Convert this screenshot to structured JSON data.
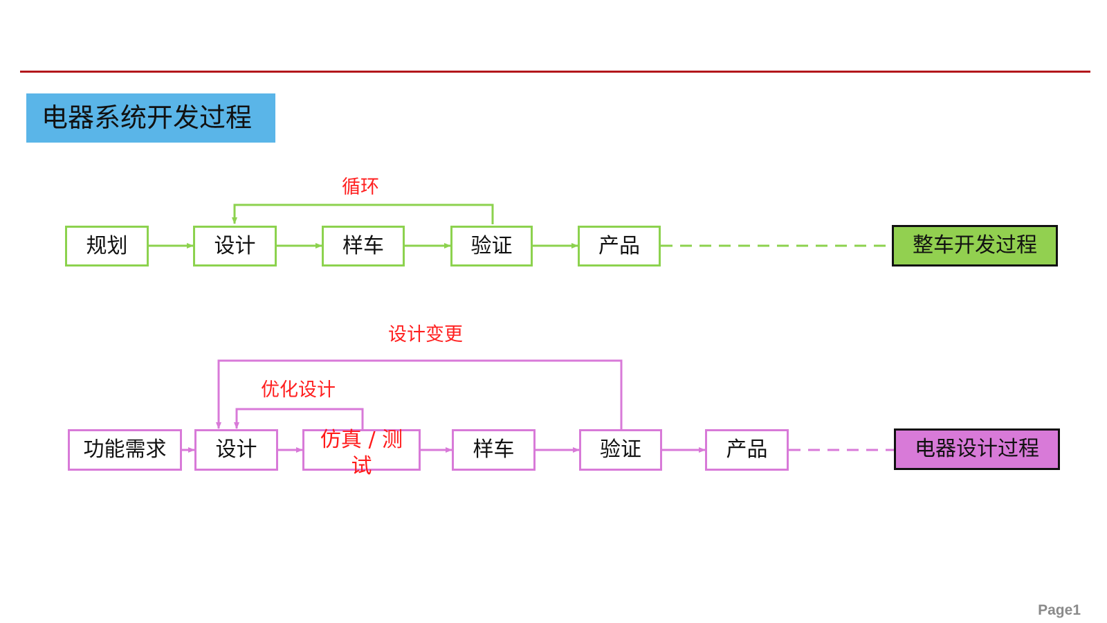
{
  "title": "电器系统开发过程",
  "page_label": "Page1",
  "colors": {
    "rule": "#b3171b",
    "title_bg": "#5ab5e8",
    "green": "#8cd24e",
    "green_fill": "#92d050",
    "pink": "#d87ad8",
    "label_red": "#ff2020"
  },
  "row1": {
    "steps": [
      "规划",
      "设计",
      "样车",
      "验证",
      "产品"
    ],
    "end": "整车开发过程",
    "loop_label": "循环"
  },
  "row2": {
    "steps": [
      "功能需求",
      "设计",
      "仿真 / 测试",
      "样车",
      "验证",
      "产品"
    ],
    "end": "电器设计过程",
    "loop_outer_label": "设计变更",
    "loop_inner_label": "优化设计"
  }
}
